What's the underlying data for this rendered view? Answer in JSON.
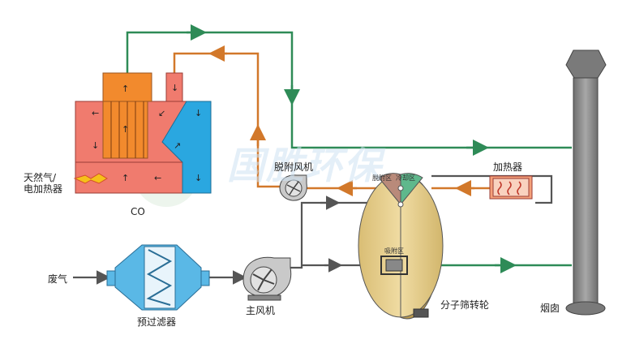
{
  "labels": {
    "co": "CO",
    "fuel": "天然气/\n电加热器",
    "waste_gas": "废气",
    "prefilter": "预过滤器",
    "main_fan": "主风机",
    "desorb_fan": "脱附风机",
    "heater": "加热器",
    "desorb_zone": "脱附区",
    "cool_zone": "冷却区",
    "adsorb_zone": "吸附区",
    "rotor": "分子筛转轮",
    "chimney": "烟囱"
  },
  "watermark": "国胜环保",
  "colors": {
    "clean_line": "#2e8b57",
    "desorb_line": "#d2782a",
    "gas_line": "#555555",
    "co_red": "#f07b6e",
    "co_orange": "#f28a2d",
    "co_blue": "#2aa7e0",
    "rotor": "#e8cf8c",
    "filter": "#5ab8e6",
    "chimney": "#8a8a8a"
  }
}
